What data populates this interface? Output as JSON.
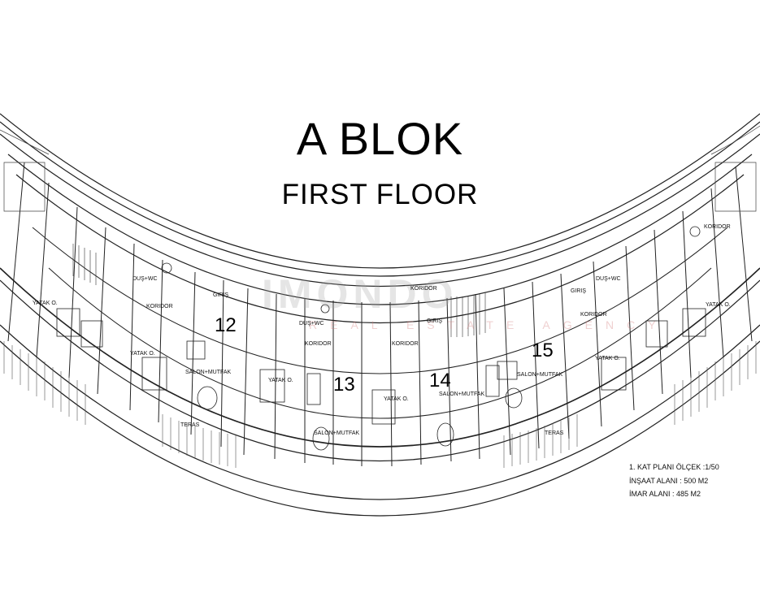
{
  "title": "A BLOK",
  "subtitle": "FIRST FLOOR",
  "watermark": {
    "brand": "IMONDO",
    "tagline": "REAL ESTATE AGENCY",
    "color": "#d86a6a"
  },
  "units": [
    "12",
    "13",
    "14",
    "15"
  ],
  "room_labels": {
    "koridor": "KORIDOR",
    "giris": "GIRIŞ",
    "dus_wc": "DUŞ+WC",
    "yatak": "YATAK O.",
    "salon": "SALON+MUTFAK",
    "teras": "TERAS"
  },
  "legend": {
    "line1": "1. KAT PLANI ÖLÇEK :1/50",
    "line2": "İNŞAAT ALANI : 500 M2",
    "line3": "İMAR ALANI : 485 M2"
  },
  "colors": {
    "line": "#1a1a1a",
    "background": "#ffffff"
  }
}
